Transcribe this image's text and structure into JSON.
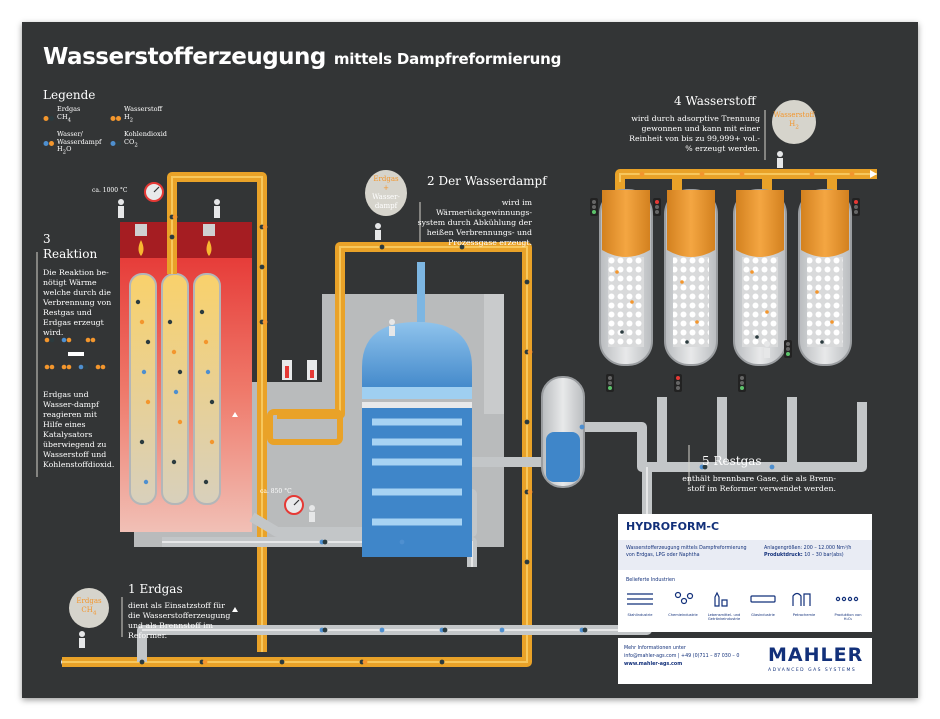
{
  "header": {
    "title": "Wasserstofferzeugung",
    "subtitle": "mittels Dampfreformierung"
  },
  "legend": {
    "title": "Legende",
    "items": [
      {
        "name": "Erdgas",
        "formula": "CH",
        "sub": "4",
        "colors": [
          "#f3962d",
          "#2b3b3f"
        ]
      },
      {
        "name": "Wasserstoff",
        "formula": "H",
        "sub": "2",
        "colors": [
          "#f3962d"
        ]
      },
      {
        "name": "Wasser/ Wasserdampf",
        "formula": "H",
        "sub": "2",
        "tail": "O",
        "colors": [
          "#4e8fcf",
          "#f3962d"
        ]
      },
      {
        "name": "Kohlendioxid",
        "formula": "CO",
        "sub": "2",
        "colors": [
          "#4e8fcf",
          "#2b3b3f"
        ]
      }
    ]
  },
  "sections": {
    "s1": {
      "title": "1 Erdgas",
      "text": "dient als Einsatzstoff für die Wasserstofferzeugung und als Brennstoff im Reformer."
    },
    "s2": {
      "title": "2 Der Wasserdampf",
      "text": "wird im Wärmerückgewinnungs-system durch Abkühlung der heißen Verbrennungs- und Prozessgase erzeugt."
    },
    "s3": {
      "title_num": "3",
      "title": "Reaktion",
      "text1": "Die Reaktion be-nötigt Wärme welche durch die Verbrennung von Restgas und Erdgas erzeugt wird.",
      "text2": "Erdgas und Wasser-dampf reagieren mit Hilfe eines Katalysators überwiegend zu Wasserstoff und Kohlenstoffdioxid."
    },
    "s4": {
      "title": "4 Wasserstoff",
      "text": "wird durch adsorptive Trennung gewonnen und kann mit einer Reinheit von bis zu 99,999+ vol.-% erzeugt werden."
    },
    "s5": {
      "title": "5 Restgas",
      "text": "enthält brennbare Gase, die als Brenn-stoff im Reformer verwendet werden."
    }
  },
  "bubbles": {
    "erdgas": {
      "line1": "Erdgas",
      "formula": "CH",
      "sub": "4"
    },
    "dampf": {
      "line1": "Erdgas",
      "plus": "+",
      "line2": "Wasser-",
      "line3": "dampf"
    },
    "wasserstoff": {
      "line1": "Wasserstoff",
      "formula": "H",
      "sub": "2"
    }
  },
  "temps": {
    "t1": "ca. 1000 °C",
    "t2": "ca. 850 °C"
  },
  "card": {
    "title": "HYDROFORM-C",
    "desc1": "Wasserstofferzeugung mittels Dampfreformierung",
    "desc2": "von Erdgas, LPG oder Naphtha",
    "spec1_label": "Anlagengrößen:",
    "spec1_value": "200 – 12.000 Nm³/h",
    "spec2_label": "Produktdruck:",
    "spec2_value": "10 – 30 bar(abs)",
    "industries_title": "Belieferte Industrien",
    "industries": [
      "Stahlindustrie",
      "Chemieindustrie",
      "Lebensmittel- und Getränkeindustrie",
      "Glasindustrie",
      "Petrochemie",
      "Produktion von H₂O₂"
    ]
  },
  "contact": {
    "line1": "Mehr Informationen unter",
    "line2": "info@mahler-ags.com | +49 (0)711 – 87 030 – 0",
    "line3": "www.mahler-ags.com",
    "brand": "MAHLER",
    "brand_sub": "ADVANCED GAS SYSTEMS"
  }
}
